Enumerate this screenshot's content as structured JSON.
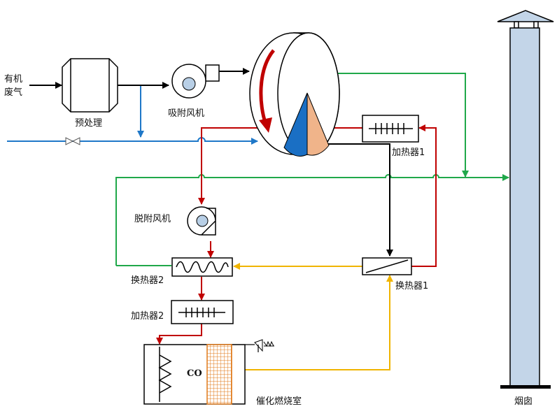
{
  "labels": {
    "inlet": "有机\n废气",
    "pretreatment": "预处理",
    "adsorption_fan": "吸附风机",
    "heater_1": "加热器1",
    "desorption_fan": "脱附风机",
    "heat_exchanger_2": "换热器2",
    "heat_exchanger_1": "换热器1",
    "heater_2": "加热器2",
    "co_text": "CO",
    "catalytic_chamber": "催化燃烧室",
    "chimney": "烟囱"
  },
  "colors": {
    "process_gas": "#000000",
    "fresh_air": "#1f78c8",
    "desorption_hot": "#c00000",
    "clean_exhaust": "#20a84a",
    "combustion_gas": "#f0b400",
    "rotor_blue": "#1a6fc4",
    "rotor_tan": "#f0b48a",
    "chimney_fill": "#c3d5e8",
    "catalyst_grid": "#e07a1a",
    "fan_center": "#b8cfe6"
  }
}
